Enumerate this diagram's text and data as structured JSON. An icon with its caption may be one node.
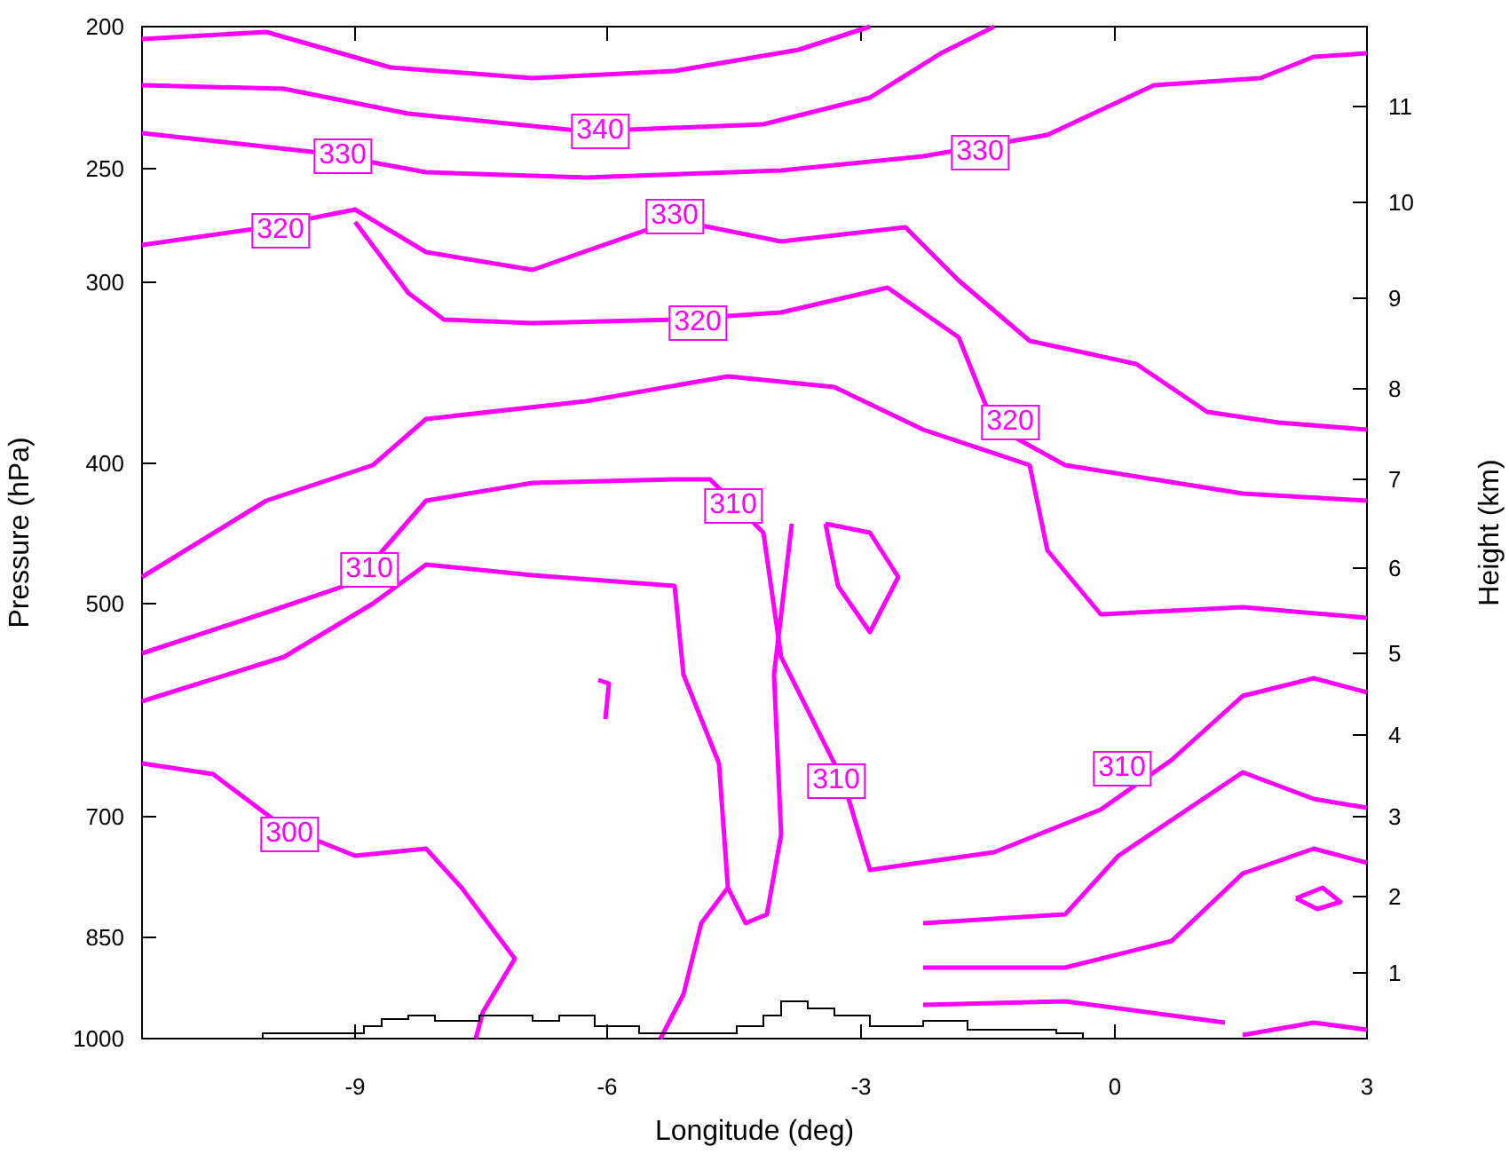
{
  "diagram": {
    "labels": [
      "200",
      "11",
      "340",
      "250",
      "330",
      "330",
      "10",
      "320",
      "330",
      "300",
      "9",
      "320",
      "8",
      "320",
      "400",
      "7",
      "310",
      "Pressure (hPa)",
      "310",
      "500",
      "6",
      "Height (km)",
      "5",
      "4",
      "310",
      "310",
      "700",
      "3",
      "300",
      "2",
      "850",
      "1",
      "1000",
      "-9",
      "-6",
      "-3",
      "0",
      "3",
      "Longitude (deg)"
    ]
  }
}
